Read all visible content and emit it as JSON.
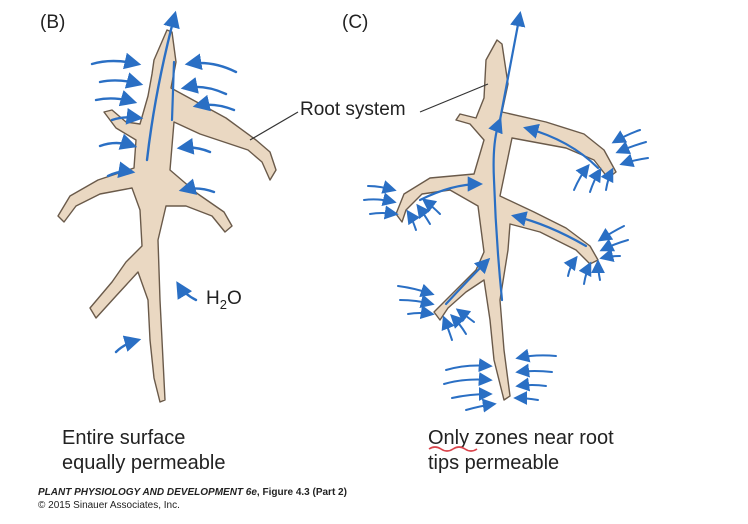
{
  "panels": {
    "b": {
      "label": "(B)",
      "caption_line1": "Entire surface",
      "caption_line2": "equally permeable",
      "water_label": {
        "main": "H",
        "sub": "2",
        "tail": "O"
      }
    },
    "c": {
      "label": "(C)",
      "caption_first_word": "Only",
      "caption_line1_rest": " zones near root",
      "caption_line2": "tips permeable"
    }
  },
  "callout": {
    "text": "Root system"
  },
  "credit": {
    "line1_italic": "PLANT PHYSIOLOGY AND DEVELOPMENT 6e",
    "line1_rest": ", Figure 4.3 (Part 2)",
    "line2": "© 2015 Sinauer Associates, Inc."
  },
  "colors": {
    "root_fill": "#ead8c2",
    "root_outline": "#6a5a4a",
    "water_arrow": "#2a6fc4",
    "annotation_underline": "#d9434a",
    "text": "#222222"
  },
  "icons": {
    "water_flow": "arrow-icon"
  }
}
